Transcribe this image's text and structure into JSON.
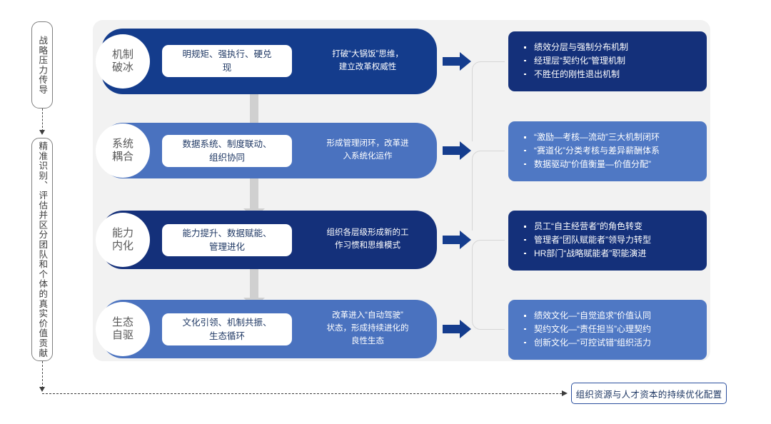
{
  "rail": {
    "top_label": "战略压力传导",
    "bottom_label": "精准识别、评估并区分团队和个体的真实价值贡献"
  },
  "colors": {
    "dark_navy": "#143C8C",
    "mid_blue": "#4A72BF",
    "deep_navy": "#14307A",
    "soft_blue": "#4F78C4",
    "arrow_navy": "#153D8E",
    "backdrop_gray": "#F2F2F2",
    "connector_gray": "#D0D0D0",
    "banner_border": "#2B4F9E"
  },
  "stages": [
    {
      "circle_line1": "机制",
      "circle_line2": "破冰",
      "box_line1": "明规矩、强执行、硬兑",
      "box_line2": "现",
      "desc_line1": "打破“大锅饭”思维，",
      "desc_line2": "建立改革权威性",
      "desc_line3": "",
      "bar_color": "#143C8C",
      "panel_color": "#14307A",
      "bullets": [
        "绩效分层与强制分布机制",
        "经理层“契约化”管理机制",
        "不胜任的刚性退出机制"
      ]
    },
    {
      "circle_line1": "系统",
      "circle_line2": "耦合",
      "box_line1": "数据系统、制度联动、",
      "box_line2": "组织协同",
      "desc_line1": "形成管理闭环，改革进",
      "desc_line2": "入系统化运作",
      "desc_line3": "",
      "bar_color": "#4A72BF",
      "panel_color": "#4F78C4",
      "bullets": [
        "“激励—考核—流动”三大机制闭环",
        "“赛道化”分类考核与差异薪酬体系",
        "数据驱动“价值衡量—价值分配”"
      ]
    },
    {
      "circle_line1": "能力",
      "circle_line2": "内化",
      "box_line1": "能力提升、数据赋能、",
      "box_line2": "管理进化",
      "desc_line1": "组织各层级形成新的工",
      "desc_line2": "作习惯和思维模式",
      "desc_line3": "",
      "bar_color": "#14307A",
      "panel_color": "#14307A",
      "bullets": [
        "员工“自主经营者”的角色转变",
        "管理者“团队赋能者”领导力转型",
        "HR部门“战略赋能者”职能演进"
      ]
    },
    {
      "circle_line1": "生态",
      "circle_line2": "自驱",
      "box_line1": "文化引领、机制共振、",
      "box_line2": "生态循环",
      "desc_line1": "改革进入“自动驾驶”",
      "desc_line2": "状态，形成持续进化的",
      "desc_line3": "良性生态",
      "bar_color": "#4A72BF",
      "panel_color": "#4F78C4",
      "bullets": [
        "绩效文化—“自觉追求”价值认同",
        "契约文化—“责任担当”心理契约",
        "创新文化—“可控试错”组织活力"
      ]
    }
  ],
  "bottom": {
    "banner_label": "组织资源与人才资本的持续优化配置"
  }
}
